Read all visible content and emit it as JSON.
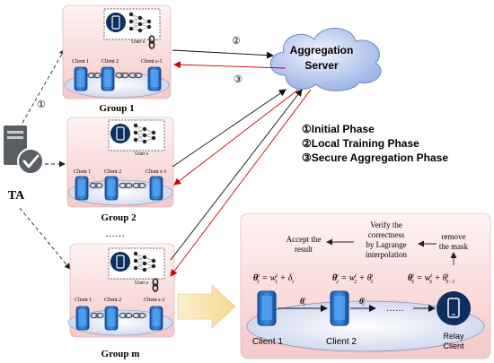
{
  "ta": {
    "label": "TA"
  },
  "server": {
    "line1": "Aggregation",
    "line2": "Server"
  },
  "arrow_labels": {
    "a1": "①",
    "a2": "②",
    "a3": "③"
  },
  "groups": [
    {
      "label": "Group 1",
      "user": "User s",
      "clients": [
        "Client 1",
        "Client 2",
        "Client s-1"
      ]
    },
    {
      "label": "Group 2",
      "user": "User s",
      "clients": [
        "Client 1",
        "Client 2",
        "Client s-1"
      ]
    },
    {
      "label": "Group m",
      "user": "User s",
      "clients": [
        "Client 1",
        "Client 2",
        "Client s-1"
      ]
    }
  ],
  "ellipsis": "……",
  "phases": [
    "①Initial Phase",
    "②Local Training Phase",
    "③Secure Aggregation Phase"
  ],
  "detail": {
    "verify": [
      "Verify the",
      "correctness",
      "by Lagrange",
      "interpolation"
    ],
    "accept": [
      "Accept the",
      "result"
    ],
    "remove": [
      "remove",
      "the mask"
    ],
    "dots": "……",
    "clients": [
      "Client  1",
      "Client  2",
      "Relay",
      "Client"
    ]
  }
}
